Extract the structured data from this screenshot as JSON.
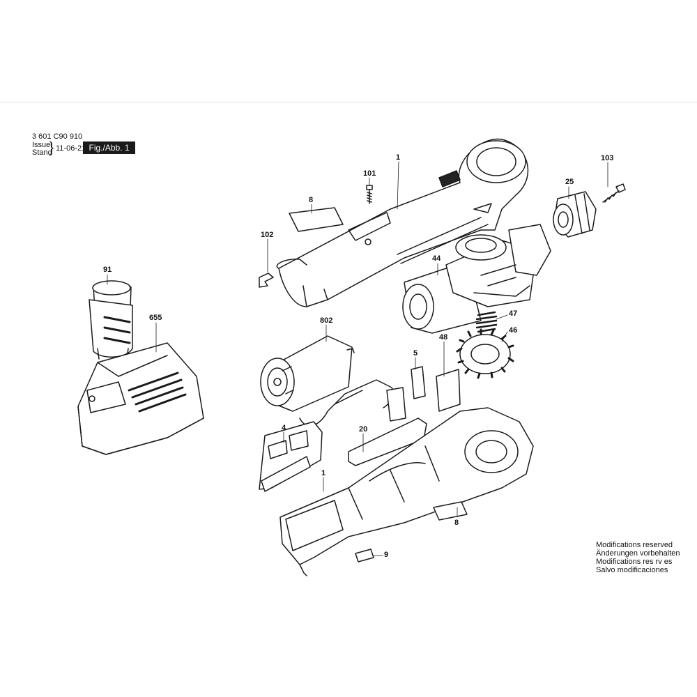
{
  "header": {
    "drawing_number": "3 601 C90 910",
    "issue_label": "Issue",
    "stand_label": "Stand",
    "date": "11-06-21",
    "figure_label": "Fig./Abb. 1"
  },
  "parts": {
    "p1_top": "1",
    "p1_bottom": "1",
    "p4": "4",
    "p5": "5",
    "p8_top": "8",
    "p8_bottom": "8",
    "p9": "9",
    "p20": "20",
    "p25": "25",
    "p44": "44",
    "p46": "46",
    "p47": "47",
    "p48": "48",
    "p91": "91",
    "p101": "101",
    "p102": "102",
    "p103": "103",
    "p655": "655",
    "p802": "802"
  },
  "notes": [
    "Modifications reserved",
    "Änderungen vorbehalten",
    "Modifications res rv es",
    "Salvo modificaciones"
  ]
}
